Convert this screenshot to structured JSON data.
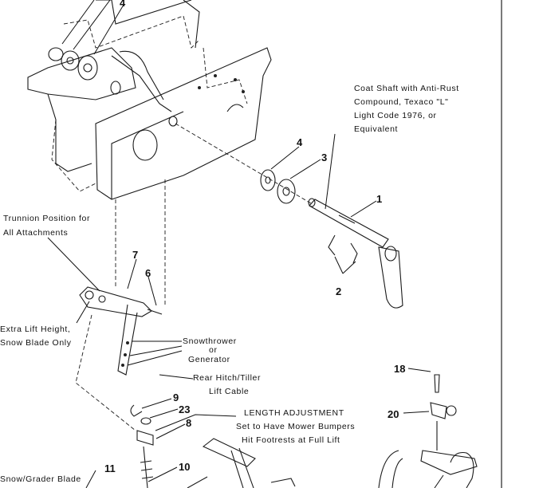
{
  "labels": {
    "coat_shaft": [
      "Coat Shaft with Anti-Rust",
      "Compound, Texaco \"L\"",
      "Light Code 1976, or",
      "Equivalent"
    ],
    "trunnion": [
      "Trunnion Position for",
      "All Attachments"
    ],
    "extra_lift": [
      "Extra Lift Height,",
      "Snow Blade Only"
    ],
    "snowthrower": [
      "Snowthrower",
      "or",
      "Generator"
    ],
    "rear_hitch": [
      "Rear Hitch/Tiller",
      "Lift Cable"
    ],
    "length_adjustment": [
      "LENGTH ADJUSTMENT",
      "Set to Have Mower Bumpers",
      "Hit Footrests at Full Lift"
    ],
    "snow_grader": "Snow/Grader Blade"
  },
  "part_numbers": {
    "n1": "1",
    "n2": "2",
    "n3": "3",
    "n4_top": "4",
    "n4": "4",
    "n6": "6",
    "n7": "7",
    "n8": "8",
    "n9": "9",
    "n10": "10",
    "n11": "11",
    "n18": "18",
    "n20": "20",
    "n23": "23"
  }
}
